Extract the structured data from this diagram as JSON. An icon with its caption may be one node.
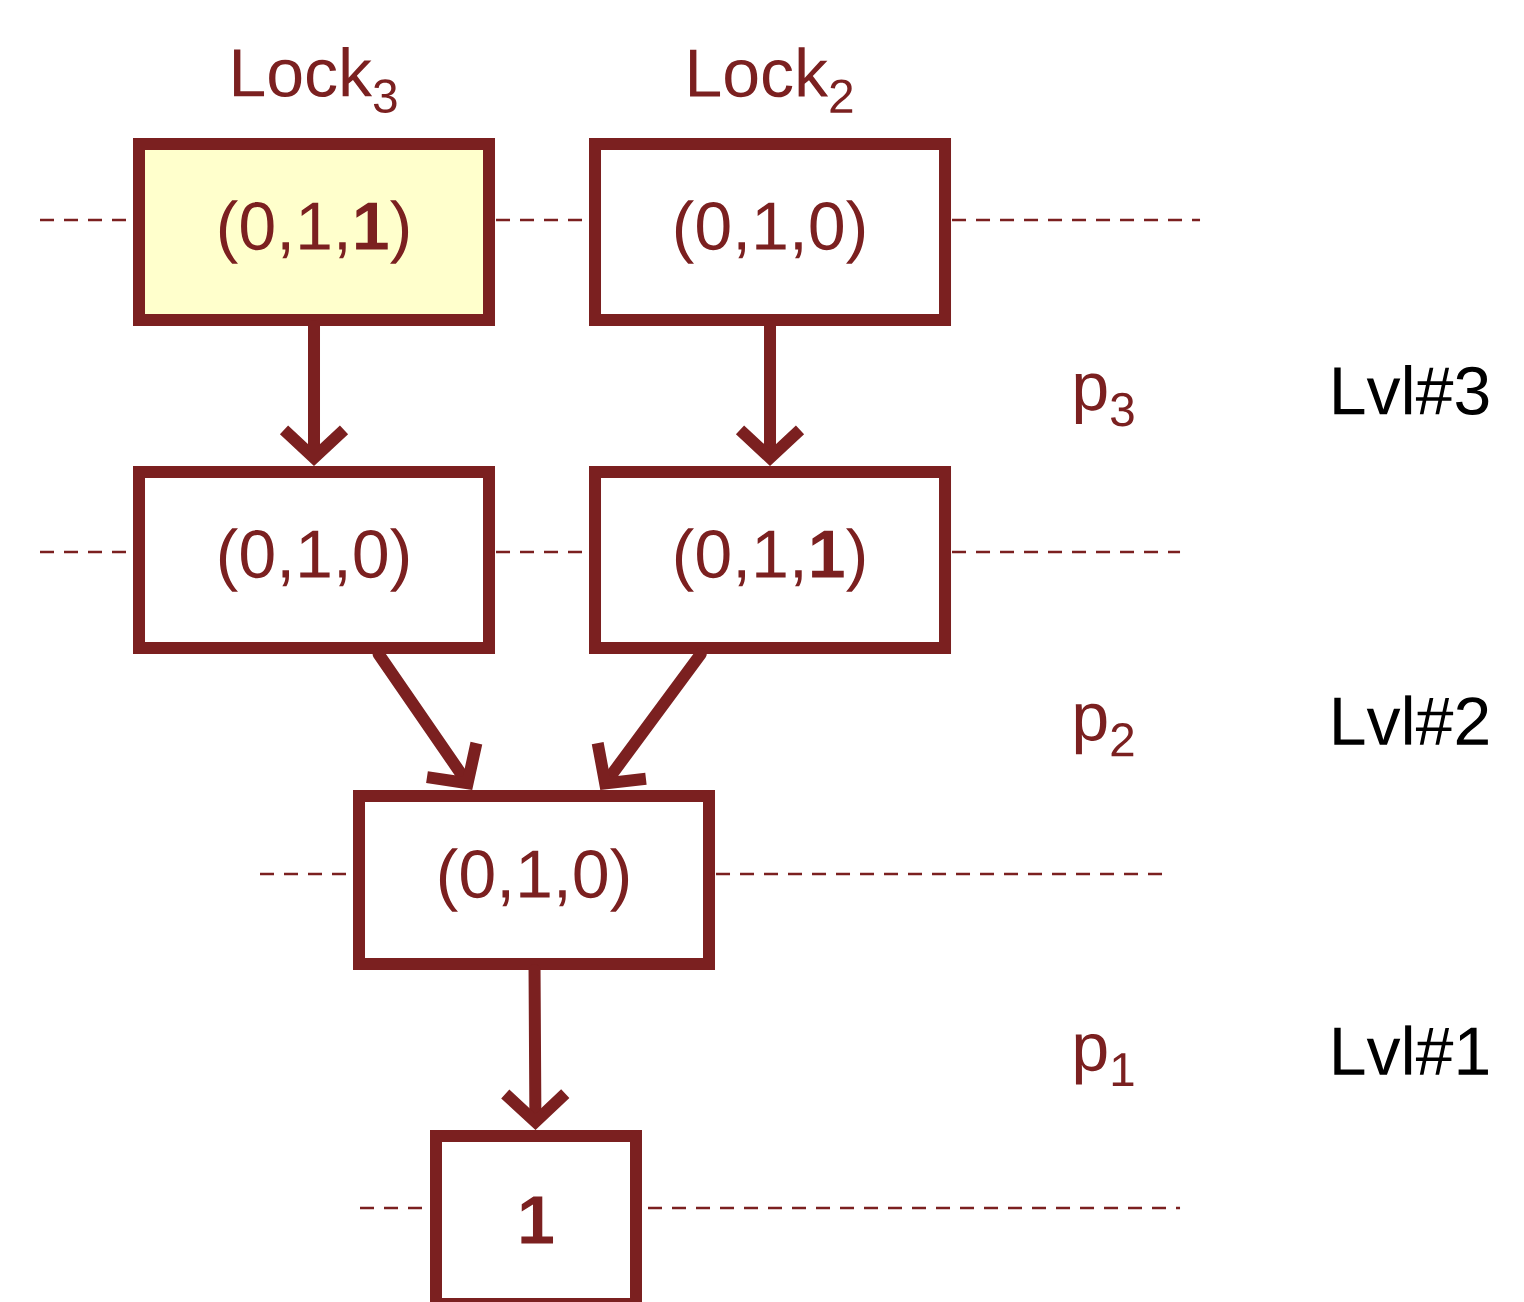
{
  "diagram": {
    "nodes": [
      {
        "text": [
          "(0,1,**1**)"
        ],
        "beside": [
          "Lock$_{3}$"
        ]
      },
      {
        "text": [
          "(0,1,0)"
        ],
        "beside": [
          "Lock$_{2}$"
        ]
      },
      {
        "text": [
          "(0,1,0)"
        ]
      },
      {
        "text": [
          "(0,1,**1**)"
        ]
      },
      {
        "text": [
          "(0,1,0)"
        ]
      },
      {
        "text": [
          "1"
        ]
      }
    ],
    "edges": [
      {
        "from": 0,
        "to": 2,
        "arrow": "to"
      },
      {
        "from": 1,
        "to": 3,
        "arrow": "to"
      },
      {
        "from": 2,
        "to": 4,
        "arrow": "to"
      },
      {
        "from": 3,
        "to": 4,
        "arrow": "to"
      },
      {
        "from": 4,
        "to": 5,
        "arrow": "to"
      }
    ],
    "labels": [
      "p$_{3}$",
      "Lvl#3",
      "p$_{2}$",
      "Lvl#2",
      "p$_{1}$",
      "Lvl#1"
    ]
  }
}
